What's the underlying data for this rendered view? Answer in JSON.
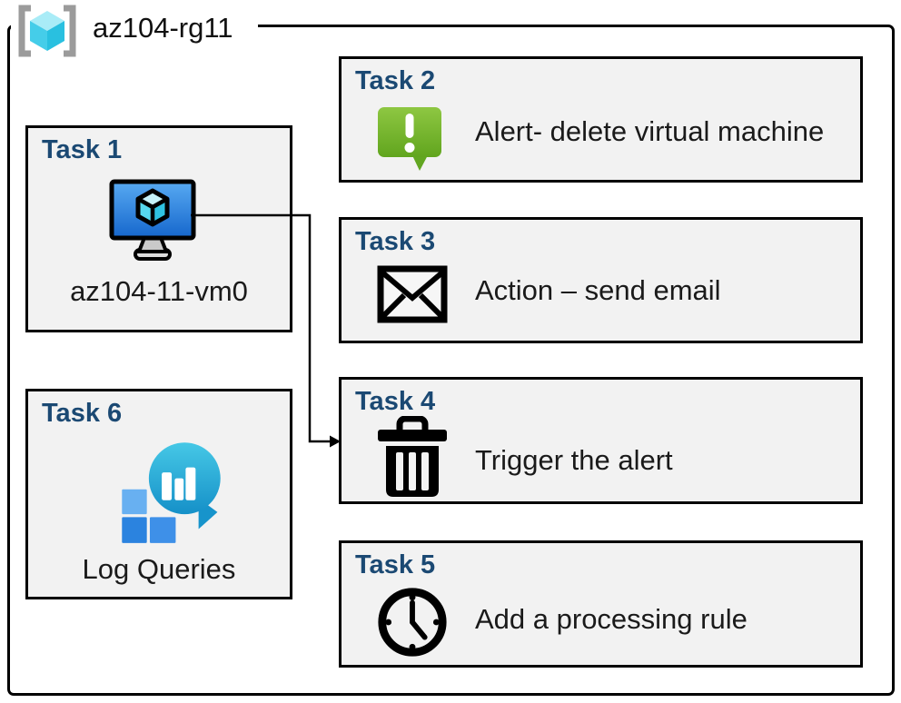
{
  "header": {
    "title": "az104-rg11",
    "icon": "resource-group-icon"
  },
  "tasks": [
    {
      "id": "task-1",
      "label": "Task 1",
      "icon": "virtual-machine-icon",
      "text": "az104-11-vm0"
    },
    {
      "id": "task-2",
      "label": "Task 2",
      "icon": "alert-icon",
      "text": "Alert- delete virtual machine"
    },
    {
      "id": "task-3",
      "label": "Task 3",
      "icon": "email-icon",
      "text": "Action – send email"
    },
    {
      "id": "task-4",
      "label": "Task 4",
      "icon": "trash-icon",
      "text": "Trigger the alert"
    },
    {
      "id": "task-5",
      "label": "Task 5",
      "icon": "clock-icon",
      "text": "Add a processing rule"
    },
    {
      "id": "task-6",
      "label": "Task 6",
      "icon": "log-analytics-icon",
      "text": "Log Queries"
    }
  ],
  "connector": {
    "from": "task-1-virtual-machine",
    "to": "task-4",
    "style": "elbow-arrow"
  },
  "colors": {
    "task_label_navy": "#1B4973",
    "box_fill": "#F2F2F2",
    "border_black": "#000000",
    "alert_green": "#76B82A",
    "vm_screen_blue": "#2B7DE0",
    "log_teal": "#2ABEDE",
    "log_blue": "#3E90E8",
    "cube_cyan": "#45CDE9",
    "bracket_gray": "#9B9B9B"
  }
}
